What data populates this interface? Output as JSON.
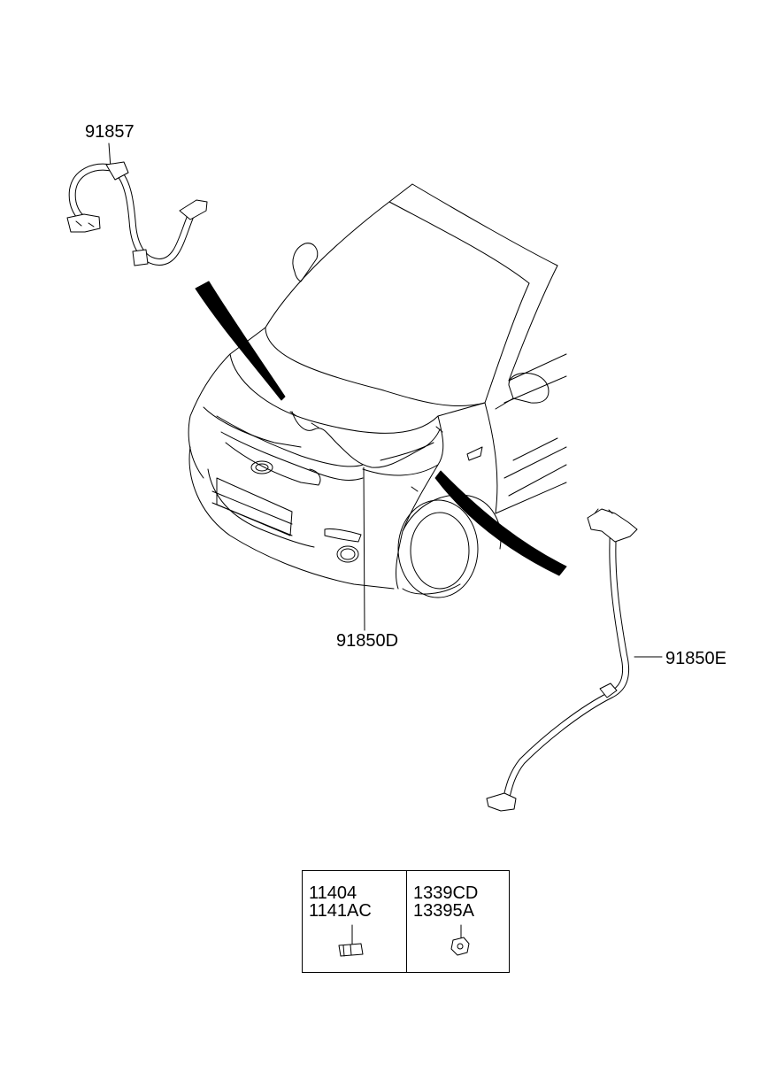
{
  "parts": [
    {
      "label": "91857"
    },
    {
      "label": "91850D"
    },
    {
      "label": "91850E"
    }
  ],
  "legend": {
    "left": {
      "codes": [
        "11404",
        "1141AC"
      ],
      "icon": "bolt-icon"
    },
    "right": {
      "codes": [
        "1339CD",
        "13395A"
      ],
      "icon": "nut-icon"
    }
  }
}
